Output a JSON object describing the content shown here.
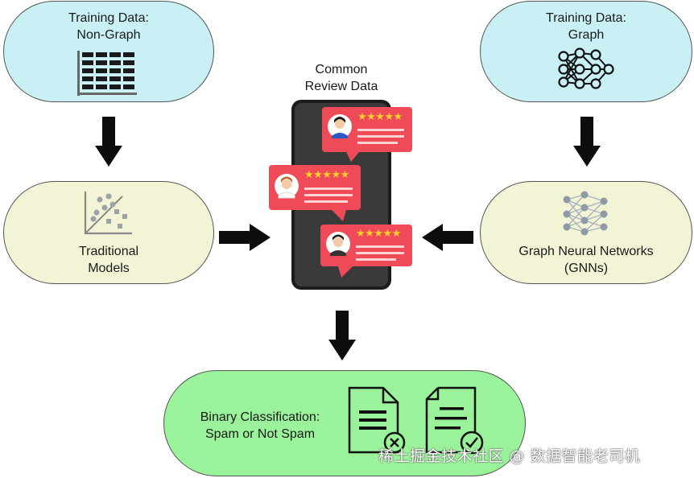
{
  "nodes": {
    "train_nongraph": {
      "line1": "Training Data:",
      "line2": "Non-Graph"
    },
    "train_graph": {
      "line1": "Training Data:",
      "line2": "Graph"
    },
    "traditional": {
      "line1": "Traditional",
      "line2": "Models"
    },
    "gnn": {
      "line1": "Graph Neural Networks",
      "line2": "(GNNs)"
    },
    "common": {
      "line1": "Common",
      "line2": "Review Data"
    },
    "binary": {
      "line1": "Binary Classification:",
      "line2": "Spam or Not Spam"
    }
  },
  "reviews": {
    "stars": "★★★★★"
  },
  "watermark": "稀土掘金技术社区 @ 数据智能老司机",
  "colors": {
    "top_fill": "#c8f0f5",
    "mid_fill": "#f3f3d6",
    "bottom_fill": "#9af29a",
    "bubble": "#ee4a57",
    "phone": "#2b2b2b"
  }
}
